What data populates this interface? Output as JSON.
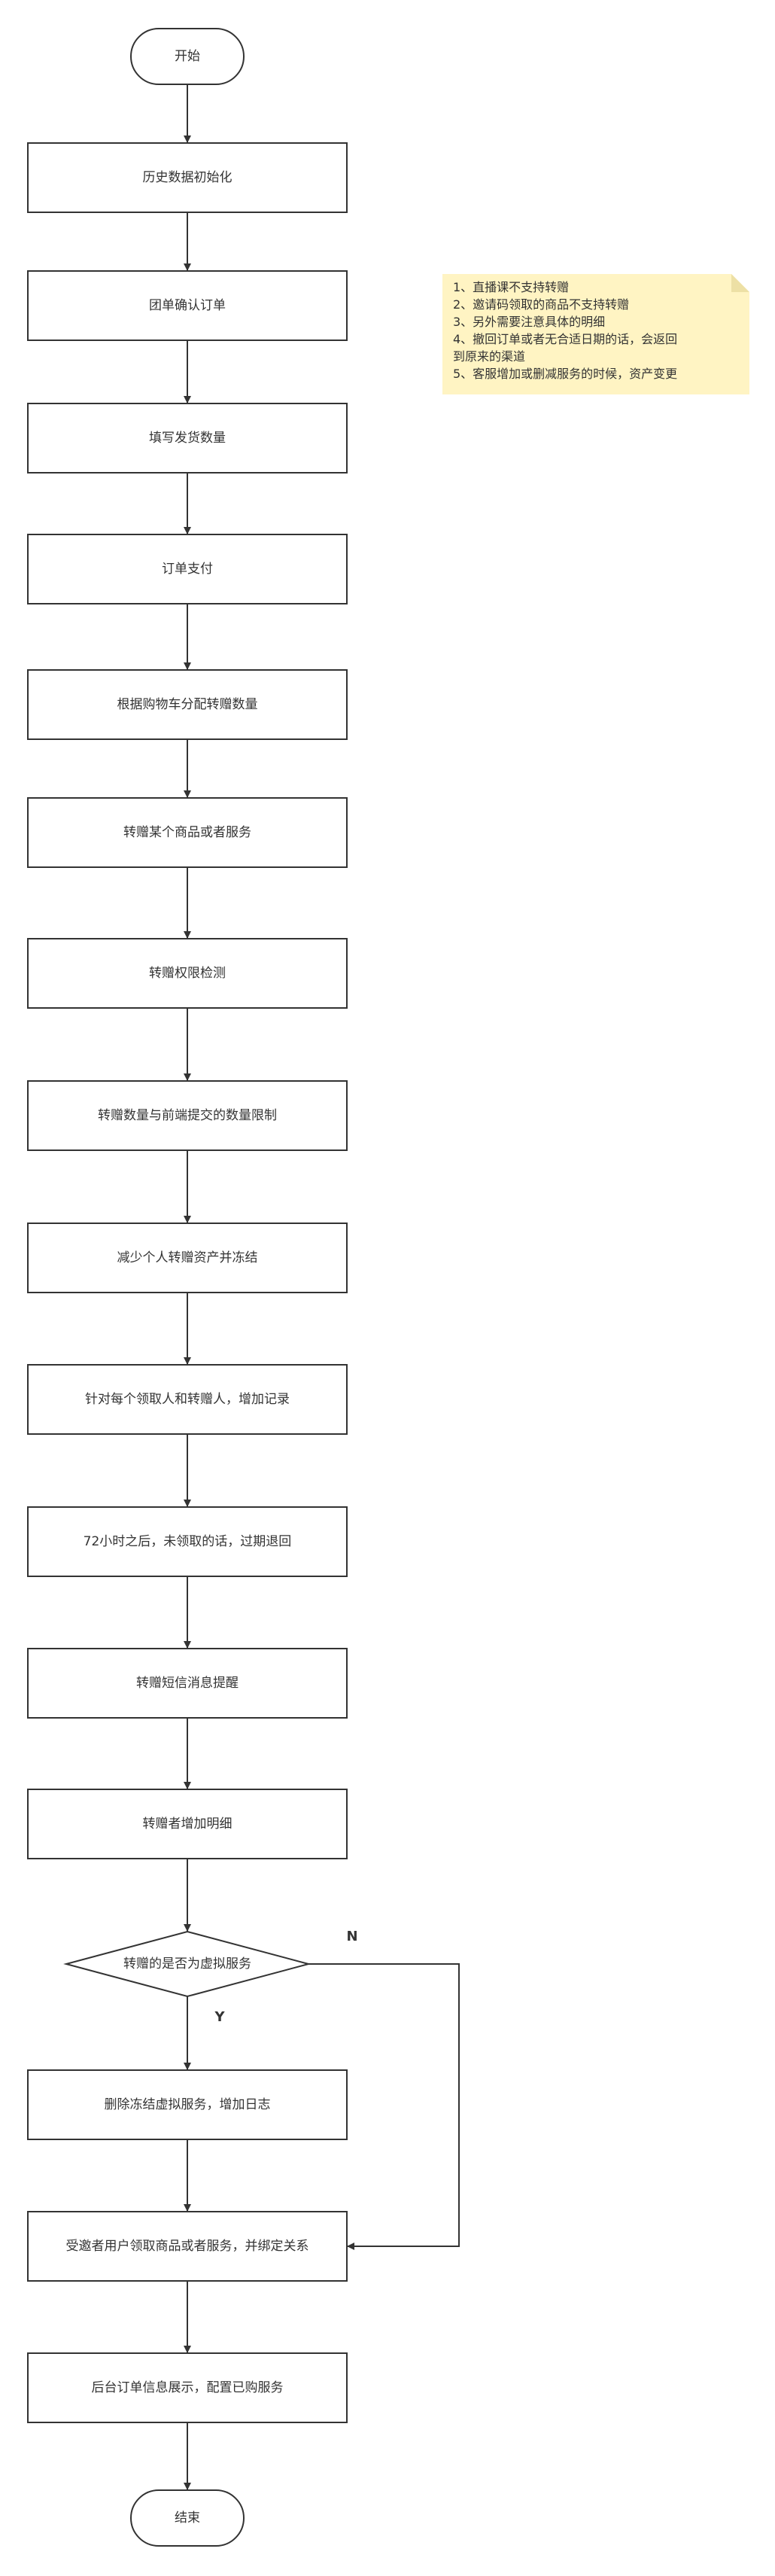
{
  "diagram": {
    "nodes": {
      "start": "开始",
      "step1": "历史数据初始化",
      "step2": "团单确认订单",
      "step3": "填写发货数量",
      "step4": "订单支付",
      "step5": "根据购物车分配转赠数量",
      "step6": "转赠某个商品或者服务",
      "step7": "转赠权限检测",
      "step8": "转赠数量与前端提交的数量限制",
      "step9": "减少个人转赠资产并冻结",
      "step10": "针对每个领取人和转赠人，增加记录",
      "step11": "72小时之后，未领取的话，过期退回",
      "step12": "转赠短信消息提醒",
      "step13": "转赠者增加明细",
      "decision": "转赠的是否为虚拟服务",
      "step14": "删除冻结虚拟服务，增加日志",
      "step15": "受邀者用户领取商品或者服务，并绑定关系",
      "step16": "后台订单信息展示，配置已购服务",
      "end": "结束"
    },
    "edge_labels": {
      "no": "N",
      "yes": "Y"
    },
    "note": {
      "lines": [
        "1、直播课不支持转赠",
        "2、邀请码领取的商品不支持转赠",
        "3、另外需要注意具体的明细",
        "4、撤回订单或者无合适日期的话，会返回",
        "到原来的渠道",
        "5、客服增加或删减服务的时候，资产变更"
      ]
    }
  },
  "colors": {
    "stroke": "#333333",
    "node_fill": "#ffffff",
    "note_fill": "#fff4c3",
    "note_fold": "#ede0a5"
  }
}
